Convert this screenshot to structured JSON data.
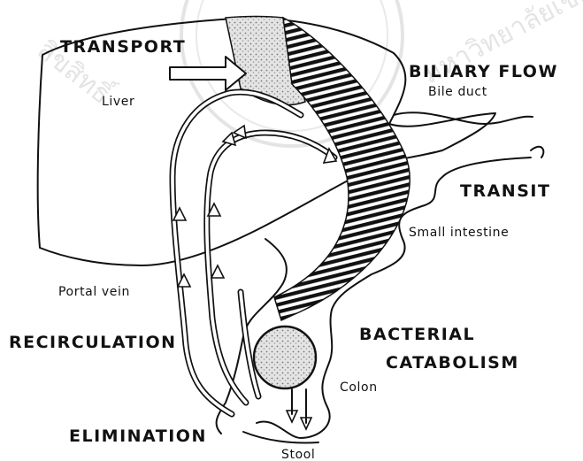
{
  "labels": {
    "transport": "TRANSPORT",
    "liver": "Liver",
    "biliary_flow": "BILIARY FLOW",
    "bile_duct": "Bile duct",
    "transit": "TRANSIT",
    "small_intestine": "Small intestine",
    "portal_vein": "Portal vein",
    "recirculation": "RECIRCULATION",
    "bacterial": "BACTERIAL",
    "catabolism": "CATABOLISM",
    "colon": "Colon",
    "elimination": "ELIMINATION",
    "stool": "Stool"
  },
  "watermark": {
    "left": "ลิขสิทธิ์",
    "right": "มหาวิทยาลัยเชียงใหม่"
  },
  "colors": {
    "ink": "#111111",
    "watermark": "#cfcfcf"
  },
  "icons": [
    "arrow-icon",
    "seal-watermark"
  ]
}
